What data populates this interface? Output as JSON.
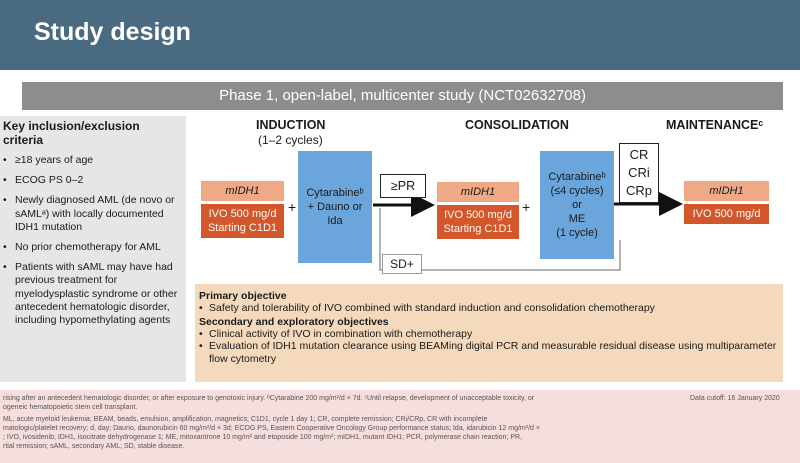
{
  "header": {
    "title": "Study design"
  },
  "phase_banner": "Phase 1, open-label, multicenter study (NCT02632708)",
  "criteria": {
    "title": "Key inclusion/exclusion criteria",
    "items": [
      "≥18 years of age",
      "ECOG PS 0–2",
      "Newly diagnosed AML (de novo or sAMLᵃ) with locally documented IDH1 mutation",
      "No prior chemotherapy for AML",
      "Patients with sAML may have had previous treatment for myelodysplastic syndrome or other antecedent hematologic disorder, including hypomethylating agents"
    ]
  },
  "induction": {
    "label": "INDUCTION",
    "sub": "(1–2 cycles)",
    "mutation": "mIDH1",
    "dose_line1": "IVO 500 mg/d",
    "dose_line2": "Starting C1D1",
    "chemo": "Cytarabineᵇ + Dauno or Ida"
  },
  "response_pr": "≥PR",
  "response_sd": "SD+",
  "consolidation": {
    "label": "CONSOLIDATION",
    "mutation": "mIDH1",
    "dose_line1": "IVO 500 mg/d",
    "dose_line2": "Starting C1D1",
    "chemo_line1": "Cytarabineᵇ",
    "chemo_line2": "(≤4 cycles)",
    "chemo_line3": "or",
    "chemo_line4": "ME",
    "chemo_line5": "(1 cycle)"
  },
  "responses": [
    "CR",
    "CRi",
    "CRp"
  ],
  "maintenance": {
    "label": "MAINTENANCEᶜ",
    "mutation": "mIDH1",
    "dose": "IVO 500 mg/d"
  },
  "plus": "+",
  "objectives": {
    "primary_title": "Primary objective",
    "primary_items": [
      "Safety and tolerability of IVO combined with standard induction and consolidation chemotherapy"
    ],
    "secondary_title": "Secondary and exploratory objectives",
    "secondary_items": [
      "Clinical activity of IVO in combination with chemotherapy",
      "Evaluation of IDH1 mutation clearance using BEAMing digital PCR and measurable residual disease using multiparameter flow cytometry"
    ]
  },
  "footnotes": {
    "line1": "rising after an antecedent hematologic disorder, or after exposure to genotoxic injury. ᵇCytarabine 200 mg/m²/d × 7d. ᶜUntil relapse, development of unacceptable toxicity, or",
    "line2": "ogeneic hematopoietic stem cell transplant.",
    "line3": "ML, acute myeloid leukemia; BEAM, beads, emulsion, amplification, magnetics; C1D1, cycle 1 day 1; CR, complete remission; CRi/CRp, CR with incomplete",
    "line4": "matologic/platelet recovery; d, day; Dauno, daunorubicin 60 mg/m²/d × 3d; ECOG PS, Eastern Cooperative Oncology Group performance status; Ida, idarubicin 12 mg/m²/d ×",
    "line5": "; IVO, ivosidenib; IDH1, isocitrate dehydrogenase 1; ME, mitoxantrone 10 mg/m² and etoposide 100 mg/m²; mIDH1, mutant IDH1; PCR, polymerase chain reaction; PR,",
    "line6": "rtial remission; sAML, secondary AML; SD, stable disease.",
    "cutoff": "Data cutoff: 16 January 2020"
  },
  "colors": {
    "header": "#4a6a82",
    "orange_light": "#efa987",
    "orange_dark": "#d4562b",
    "blue": "#6aa6dc",
    "objectives_bg": "#f4d9bd"
  }
}
